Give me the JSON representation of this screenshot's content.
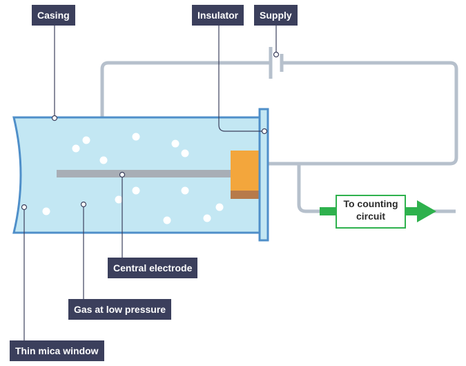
{
  "labels": {
    "casing": "Casing",
    "insulator": "Insulator",
    "supply": "Supply",
    "central_electrode": "Central electrode",
    "gas": "Gas at low pressure",
    "mica_window": "Thin mica window"
  },
  "counter": {
    "line1": "To counting",
    "line2": "circuit"
  },
  "colors": {
    "label_bg": "#3b3f5c",
    "label_text": "#ffffff",
    "wire": "#b6c0cc",
    "tube_fill": "#c3e7f3",
    "tube_border": "#4f8fc9",
    "insulator": "#f3a63c",
    "insulator_base": "#b77a4a",
    "electrode": "#a8aeb6",
    "bubble": "#ffffff",
    "arrow_green": "#2eb14d",
    "leader_line": "#3b3f5c"
  }
}
